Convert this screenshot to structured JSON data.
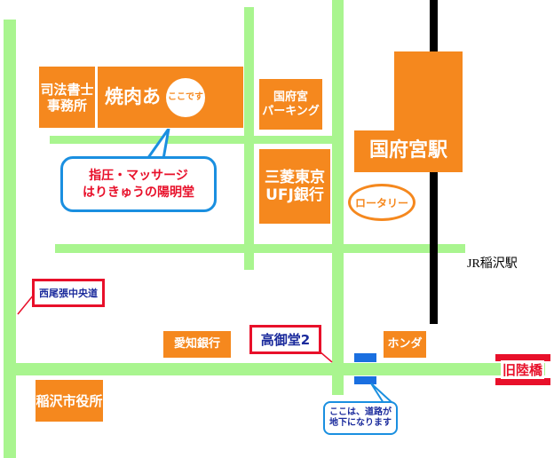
{
  "colors": {
    "road": "#a9f58f",
    "building": "#f5881e",
    "rail": "#000000",
    "label_border": "#e8102a",
    "label_text": "#1a2a9c",
    "callout_border": "#1a8fe0",
    "callout_text": "#e8102a",
    "underpass_marker": "#1a6fe0"
  },
  "buildings": {
    "scrivener": "司法書士\n事務所",
    "yakiniku": "焼肉あ",
    "yakiniku_badge": "ここです",
    "kokufu_parking": "国府宮\nパーキング",
    "station": "国府宮駅",
    "mufg": "三菱東京\nUFJ銀行",
    "aichi_bank": "愛知銀行",
    "honda": "ホンダ",
    "city_hall": "稲沢市役所"
  },
  "callout": {
    "line1": "指圧・マッサージ",
    "line2": "はりきゅうの陽明堂"
  },
  "rotary_label": "ロータリー",
  "labels": {
    "jr_station": "JR稲沢駅",
    "nishi_owari": "西尾張中央道",
    "takamido": "高御堂2",
    "kyu_rikkyo": "旧陸橋"
  },
  "underpass_note": {
    "line1": "ここは、道路が",
    "line2": "地下になります"
  }
}
